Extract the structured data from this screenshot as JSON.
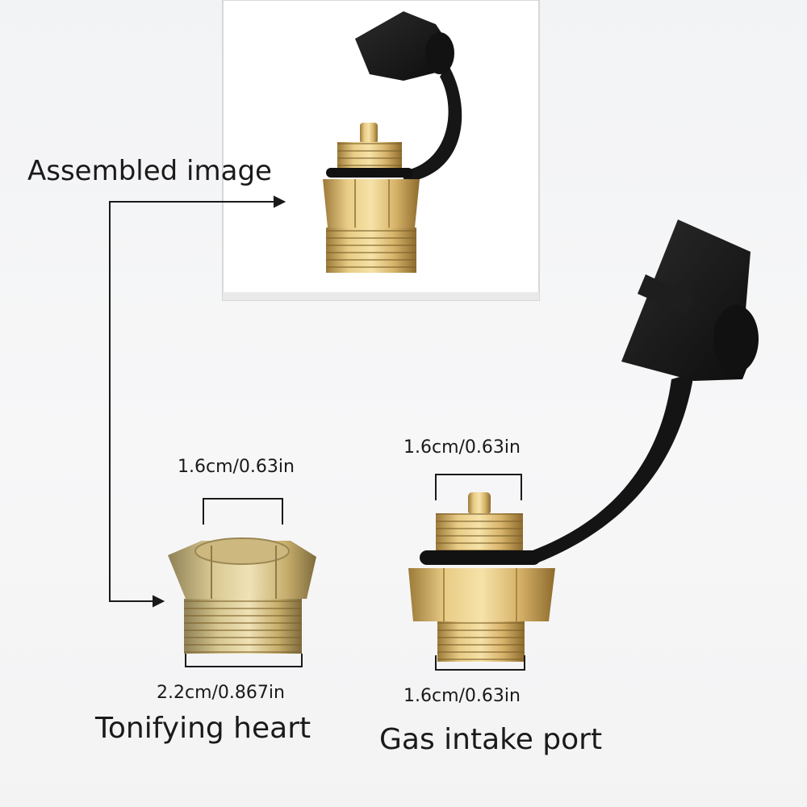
{
  "labels": {
    "assembled": "Assembled image",
    "tonifying_heart": "Tonifying heart",
    "gas_intake_port": "Gas intake port"
  },
  "dimensions": {
    "tonifying_top": "1.6cm/0.63in",
    "tonifying_bottom": "2.2cm/0.867in",
    "gas_top": "1.6cm/0.63in",
    "gas_bottom": "1.6cm/0.63in"
  },
  "colors": {
    "brass": "#d8b46a",
    "zinc_brass": "#c9b378",
    "rubber": "#151515",
    "line": "#1a1a1a"
  }
}
